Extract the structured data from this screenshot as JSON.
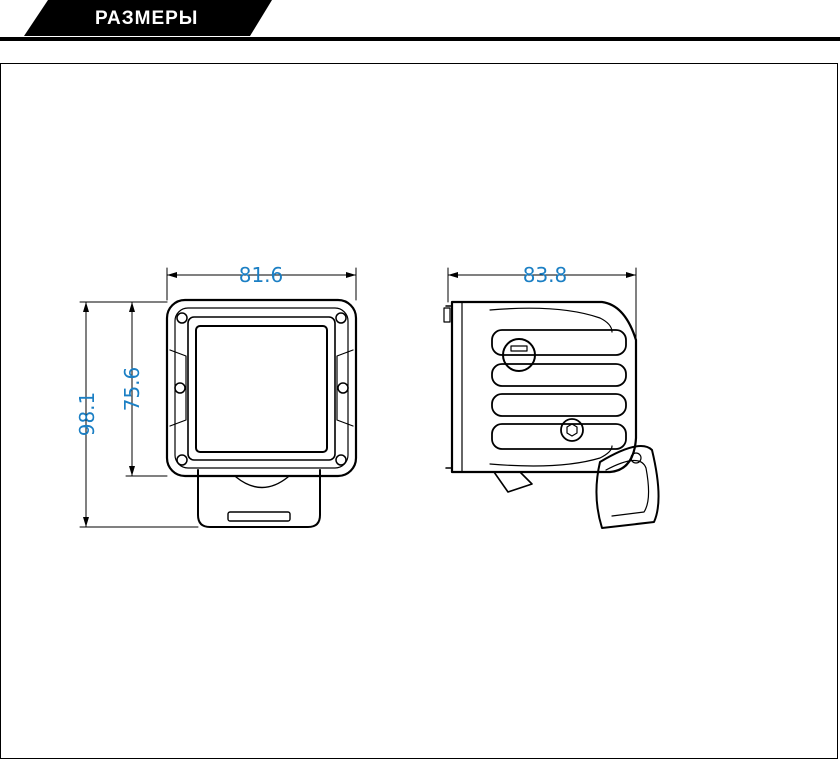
{
  "header": {
    "title": "РАЗМЕРЫ"
  },
  "dimensions": {
    "front_width": "81.6",
    "front_total_height": "98.1",
    "front_lens_height": "75.6",
    "side_depth": "83.8"
  },
  "colors": {
    "dimension_text": "#1b7fc4",
    "header_bg": "#000000",
    "line": "#000000"
  }
}
